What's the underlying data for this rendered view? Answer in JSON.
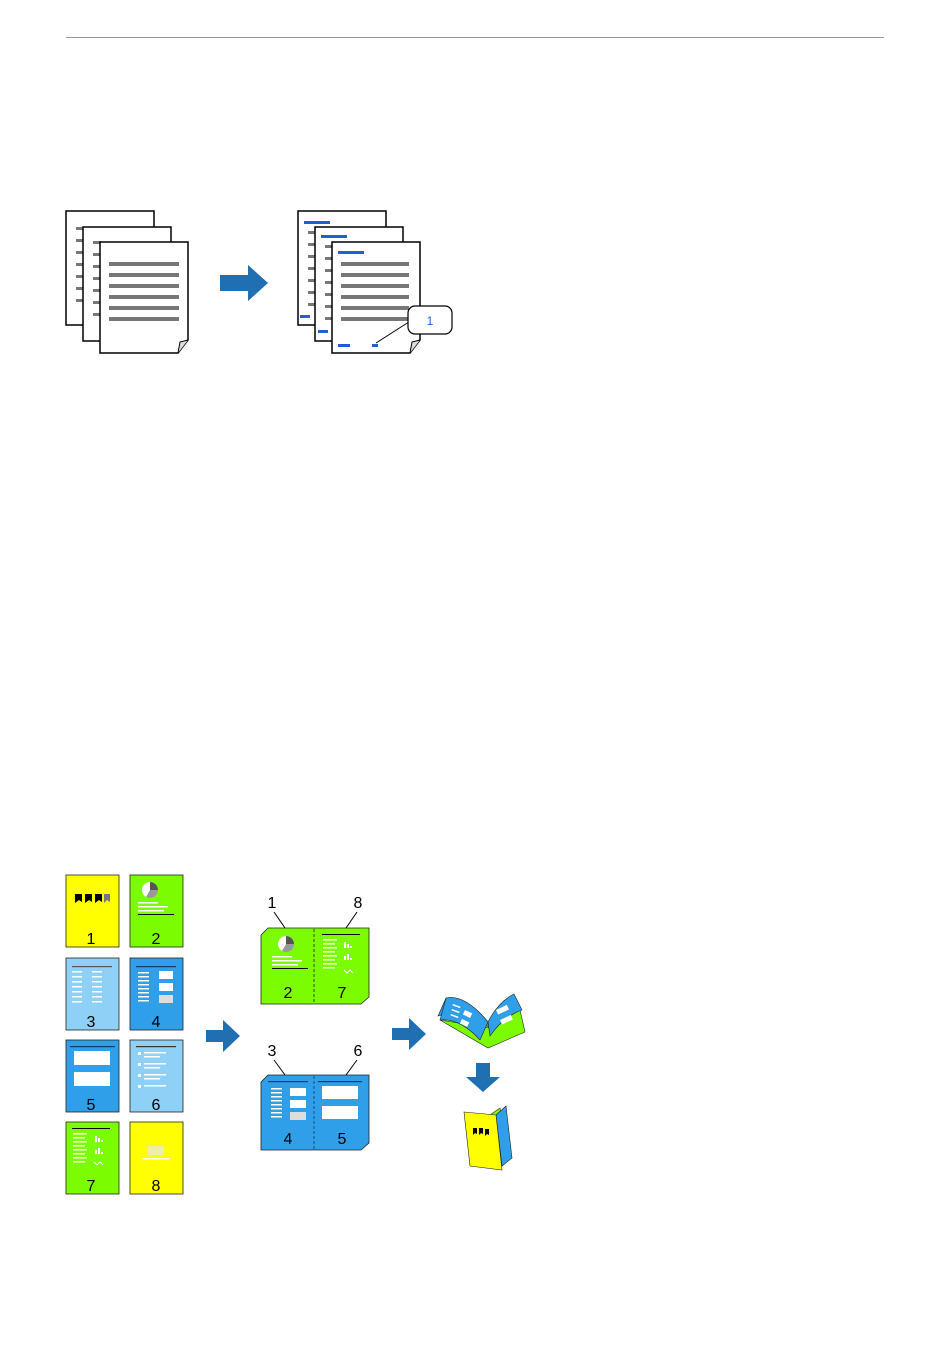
{
  "figure_top": {
    "callout_number": "1"
  },
  "figure_bottom": {
    "source_pages": [
      {
        "number": "1",
        "color": "yellow"
      },
      {
        "number": "2",
        "color": "green"
      },
      {
        "number": "3",
        "color": "lightblue"
      },
      {
        "number": "4",
        "color": "blue"
      },
      {
        "number": "5",
        "color": "blue"
      },
      {
        "number": "6",
        "color": "lightblue"
      },
      {
        "number": "7",
        "color": "green"
      },
      {
        "number": "8",
        "color": "yellow"
      }
    ],
    "sheet1": {
      "left_label": "1",
      "right_label": "8",
      "left_page": "2",
      "right_page": "7"
    },
    "sheet2": {
      "left_label": "3",
      "right_label": "6",
      "left_page": "4",
      "right_page": "5"
    }
  },
  "colors": {
    "yellow": "#ffff00",
    "green": "#7cfc00",
    "blue": "#2f9fe9",
    "lightblue": "#8fd0f7",
    "arrow": "#1f6fb2",
    "callout_text": "#1f5fd6",
    "header_rule": "#9a9a9a"
  }
}
